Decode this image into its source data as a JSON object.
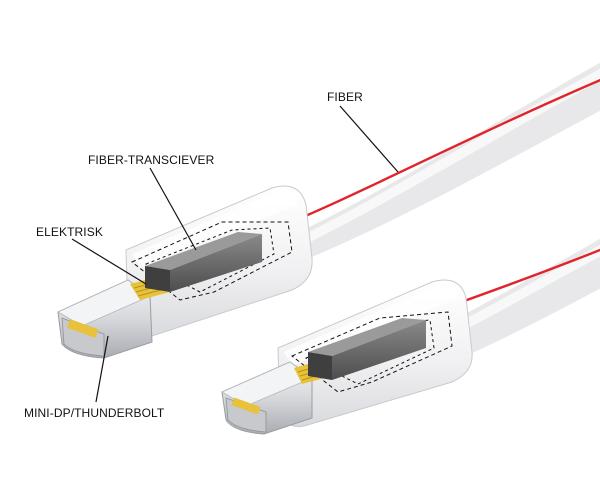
{
  "labels": {
    "fiber": "FIBER",
    "transceiver": "FIBER-TRANSCIEVER",
    "electrical": "ELEKTRISK",
    "connector": "MINI-DP/THUNDERBOLT"
  },
  "colors": {
    "background": "#ffffff",
    "cable": "#e9e9eb",
    "fiber_line": "#e0242b",
    "transceiver_chip": "#5c5c5c",
    "contacts": "#e7c23a",
    "plug_metal": "#d4d6d9",
    "leader_line": "#111111"
  }
}
